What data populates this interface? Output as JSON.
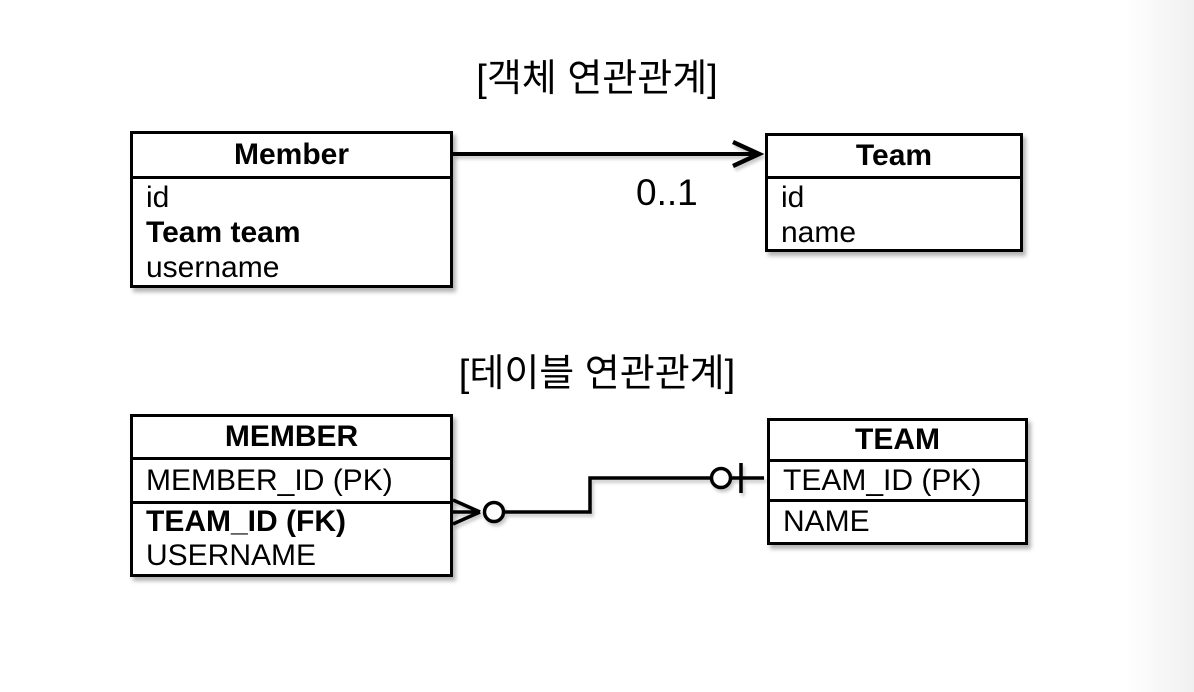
{
  "object_relation": {
    "title": "[객체 연관관계]",
    "member_class": {
      "name": "Member",
      "fields": [
        "id",
        "Team team",
        "username"
      ]
    },
    "team_class": {
      "name": "Team",
      "fields": [
        "id",
        "name"
      ]
    },
    "arrow_multiplicity": "0..1",
    "arrow_notation": "unidirectional-association-arrow"
  },
  "table_relation": {
    "title": "[테이블 연관관계]",
    "member_table": {
      "name": "MEMBER",
      "rows": [
        "MEMBER_ID (PK)",
        "TEAM_ID (FK)",
        "USERNAME"
      ]
    },
    "team_table": {
      "name": "TEAM",
      "rows": [
        "TEAM_ID (PK)",
        "NAME"
      ]
    },
    "member_end_notation": "zero-or-many-crow-foot",
    "team_end_notation": "zero-or-one"
  },
  "colors": {
    "line": "#000000",
    "text": "#000000",
    "box_bg": "#ffffff",
    "page_bg": "#ffffff",
    "right_edge_shade": "#f0f0f0"
  }
}
